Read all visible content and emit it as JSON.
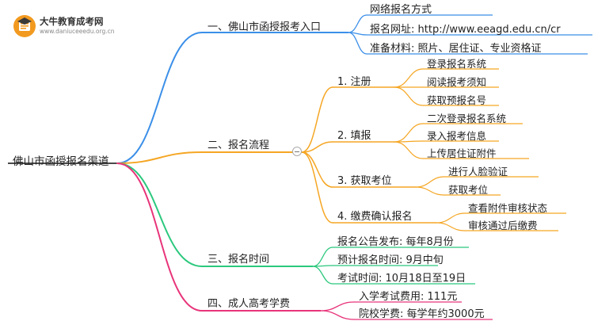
{
  "logo": {
    "brand": "大牛教育成考网",
    "site": "www.daniuceeedu.org.cn",
    "badge_icon": "graduation-cap-icon"
  },
  "colors": {
    "blue": "#3b8fe8",
    "orange": "#f5a623",
    "green": "#2bc87d",
    "pink": "#e8347a",
    "root": "#4a4a4a"
  },
  "root": "佛山市函授报名渠道",
  "branches": [
    {
      "label": "一、佛山市函授报考入口",
      "color": "blue",
      "children": [
        {
          "label": "网络报名方式"
        },
        {
          "label": "报名网址: http://www.eeagd.edu.cn/cr"
        },
        {
          "label": "准备材料: 照片、居住证、专业资格证"
        }
      ]
    },
    {
      "label": "二、报名流程",
      "color": "orange",
      "children": [
        {
          "label": "1. 注册",
          "children": [
            "登录报名系统",
            "阅读报考须知",
            "获取预报名号"
          ]
        },
        {
          "label": "2. 填报",
          "children": [
            "二次登录报名系统",
            "录入报考信息",
            "上传居住证附件"
          ]
        },
        {
          "label": "3. 获取考位",
          "children": [
            "进行人脸验证",
            "获取考位"
          ]
        },
        {
          "label": "4. 缴费确认报名",
          "children": [
            "查看附件审核状态",
            "审核通过后缴费"
          ]
        }
      ]
    },
    {
      "label": "三、报名时间",
      "color": "green",
      "children": [
        {
          "label": "报名公告发布: 每年8月份"
        },
        {
          "label": "预计报名时间: 9月中旬"
        },
        {
          "label": "考试时间: 10月18日至19日"
        }
      ]
    },
    {
      "label": "四、成人高考学费",
      "color": "pink",
      "children": [
        {
          "label": "入学考试费用: 111元"
        },
        {
          "label": "院校学费: 每学年约3000元"
        }
      ]
    }
  ]
}
